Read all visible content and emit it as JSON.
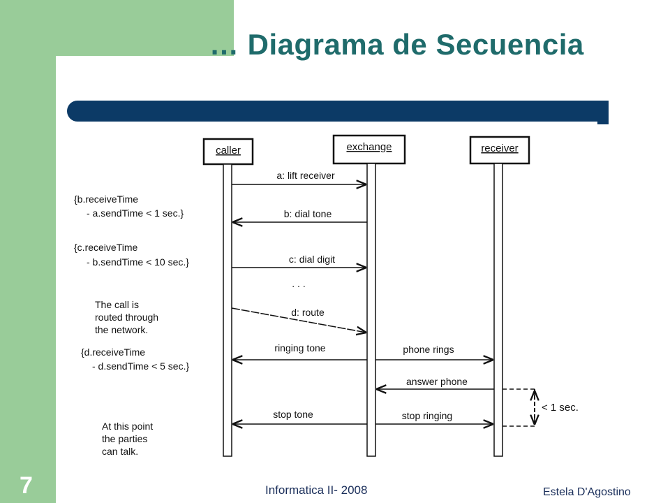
{
  "slide": {
    "title": "… Diagrama de Secuencia",
    "footer_center": "Informatica II- 2008",
    "footer_right": "Estela D'Agostino",
    "page_number": "7"
  },
  "diagram": {
    "participants": [
      "caller",
      "exchange",
      "receiver"
    ],
    "messages": {
      "lift_receiver": "a: lift receiver",
      "dial_tone": "b: dial tone",
      "dial_digit": "c: dial digit",
      "ellipsis": ". . .",
      "route": "d: route",
      "ringing_tone": "ringing tone",
      "phone_rings": "phone rings",
      "answer_phone": "answer phone",
      "stop_tone": "stop tone",
      "stop_ringing": "stop ringing"
    },
    "constraints": {
      "b_line1": "{b.receiveTime",
      "b_line2": "- a.sendTime < 1 sec.}",
      "c_line1": "{c.receiveTime",
      "c_line2": "- b.sendTime < 10 sec.}",
      "d_line1": "{d.receiveTime",
      "d_line2": "- d.sendTime < 5 sec.}",
      "timing": "< 1 sec."
    },
    "notes": {
      "routed_1": "The call is",
      "routed_2": "routed through",
      "routed_3": "the network.",
      "talk_1": "At this point",
      "talk_2": "the parties",
      "talk_3": "can talk."
    }
  }
}
